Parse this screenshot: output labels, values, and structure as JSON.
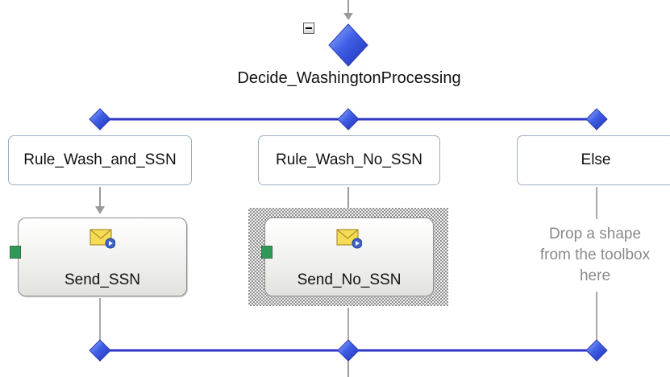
{
  "decide_shape": {
    "label": "Decide_WashingtonProcessing",
    "collapse_icon": "minus-square-icon"
  },
  "branches": [
    {
      "rule_label": "Rule_Wash_and_SSN",
      "shape_label": "Send_SSN",
      "shape_icon": "send-envelope-icon",
      "selected": false
    },
    {
      "rule_label": "Rule_Wash_No_SSN",
      "shape_label": "Send_No_SSN",
      "shape_icon": "send-envelope-icon",
      "selected": true
    },
    {
      "rule_label": "Else",
      "drop_hint": "Drop a shape\nfrom the toolbox\nhere"
    }
  ],
  "colors": {
    "connector_blue": "#2f35c6",
    "diamond_blue": "#3f5fe6",
    "flow_gray": "#9a9a9a",
    "port_green": "#2f9a58",
    "envelope_yellow": "#f6dc55"
  }
}
